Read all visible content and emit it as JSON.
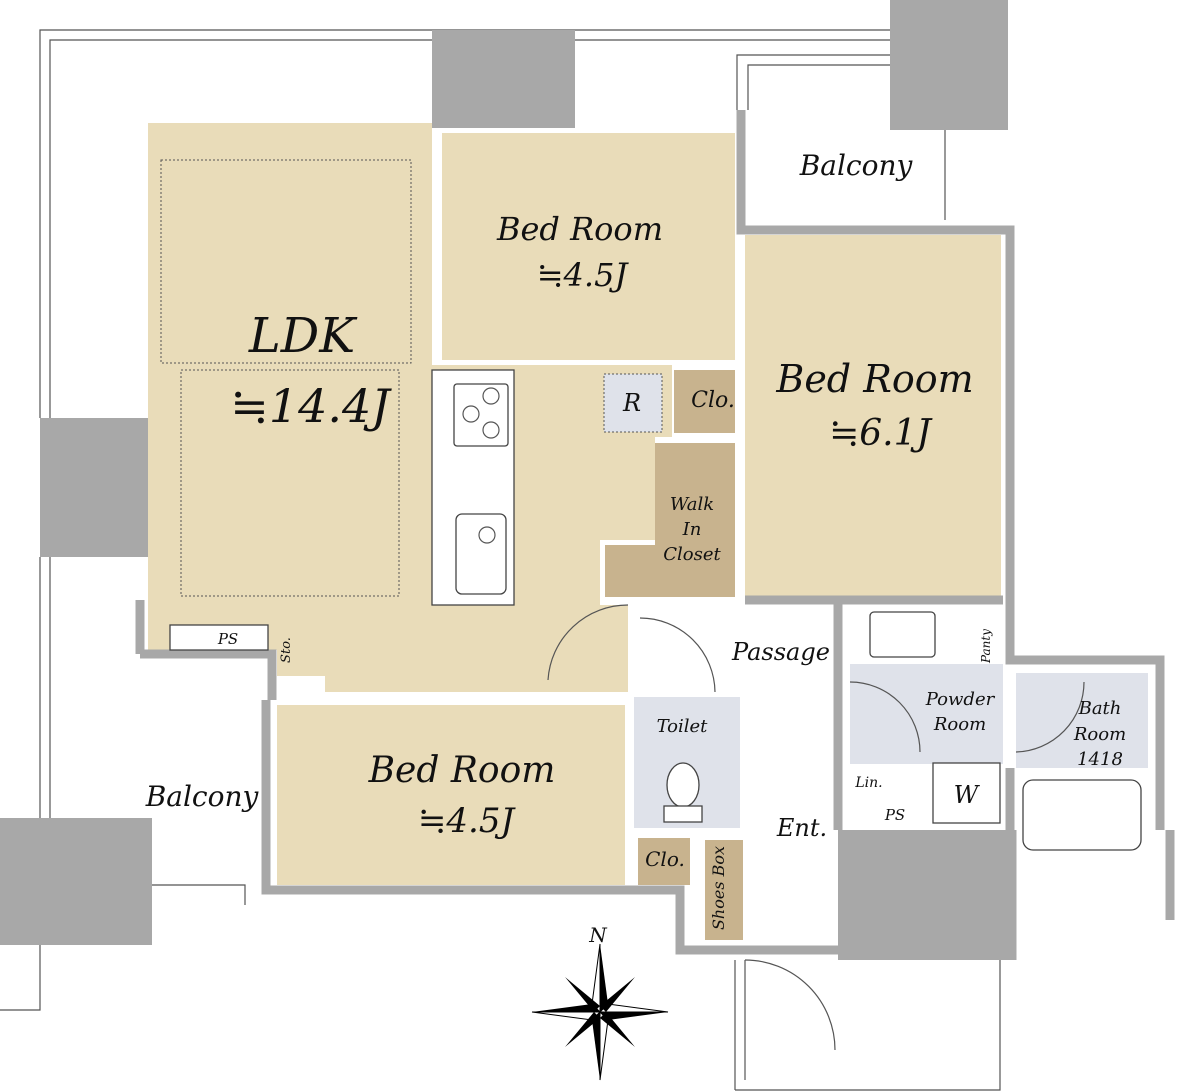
{
  "plan": {
    "rooms": {
      "ldk": {
        "name": "LDK",
        "size": "≒14.4J"
      },
      "bed_north": {
        "name": "Bed Room",
        "size": "≒4.5J"
      },
      "bed_east": {
        "name": "Bed Room",
        "size": "≒6.1J"
      },
      "bed_south": {
        "name": "Bed Room",
        "size": "≒4.5J"
      },
      "balcony_north": "Balcony",
      "balcony_west": "Balcony",
      "passage": "Passage",
      "toilet": "Toilet",
      "powder_room_line1": "Powder",
      "powder_room_line2": "Room",
      "bath_line1": "Bath",
      "bath_line2": "Room",
      "bath_size": "1418",
      "entrance": "Ent.",
      "walk_in_line1": "Walk",
      "walk_in_line2": "In",
      "walk_in_line3": "Closet",
      "closet_north": "Clo.",
      "closet_south": "Clo.",
      "shoes_box": "Shoes Box",
      "refrigerator": "R",
      "pantry": "Panty",
      "linen": "Lin.",
      "washer": "W",
      "ps_west": "PS",
      "ps_east": "PS",
      "storage": "Sto."
    },
    "compass_label": "N",
    "colors": {
      "room": "#e9dcb9",
      "closet": "#c8b38e",
      "wet_area": "#dfe2ea",
      "wall": "#a8a8a8"
    }
  }
}
